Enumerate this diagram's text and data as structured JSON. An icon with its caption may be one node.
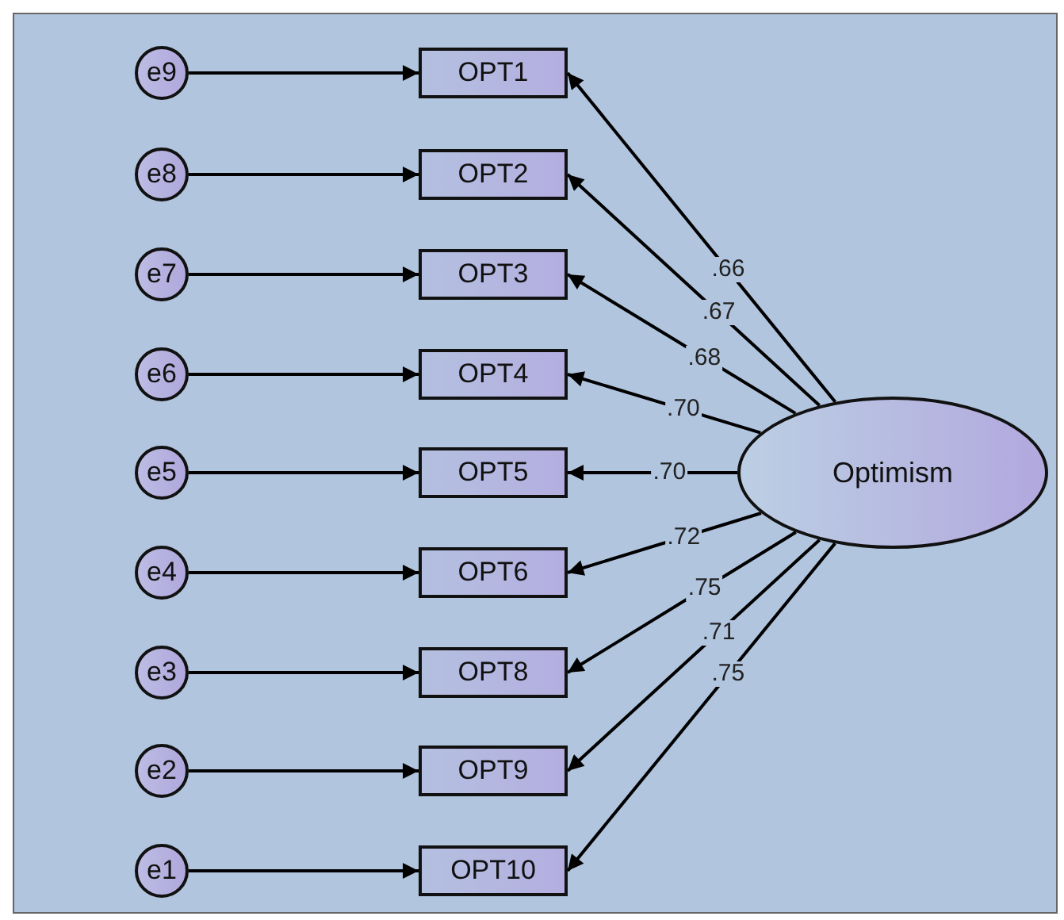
{
  "diagram": {
    "nodes": [
      {
        "text": [
          "e9"
        ]
      },
      {
        "text": [
          "OPT1"
        ]
      },
      {
        "text": [
          "e8"
        ]
      },
      {
        "text": [
          "OPT2"
        ]
      },
      {
        "text": [
          "e7"
        ]
      },
      {
        "text": [
          "OPT3"
        ]
      },
      {
        "text": [
          "e6"
        ]
      },
      {
        "text": [
          "OPT4"
        ]
      },
      {
        "text": [
          "e5"
        ]
      },
      {
        "text": [
          "OPT5"
        ]
      },
      {
        "text": [
          "e4"
        ]
      },
      {
        "text": [
          "OPT6"
        ]
      },
      {
        "text": [
          "e3"
        ]
      },
      {
        "text": [
          "OPT8"
        ]
      },
      {
        "text": [
          "e2"
        ]
      },
      {
        "text": [
          "OPT9"
        ]
      },
      {
        "text": [
          "e1"
        ]
      },
      {
        "text": [
          "OPT10"
        ]
      },
      {
        "text": [
          "Optimism"
        ]
      }
    ],
    "edges": [
      {
        "from": 0,
        "to": 1,
        "arrow": "to"
      },
      {
        "from": 2,
        "to": 3,
        "arrow": "to"
      },
      {
        "from": 4,
        "to": 5,
        "arrow": "to"
      },
      {
        "from": 6,
        "to": 7,
        "arrow": "to"
      },
      {
        "from": 8,
        "to": 9,
        "arrow": "to"
      },
      {
        "from": 10,
        "to": 11,
        "arrow": "to"
      },
      {
        "from": 12,
        "to": 13,
        "arrow": "to"
      },
      {
        "from": 14,
        "to": 15,
        "arrow": "to"
      },
      {
        "from": 16,
        "to": 17,
        "arrow": "to"
      },
      {
        "from": 18,
        "to": 1,
        "arrow": "to",
        "label": ".66"
      },
      {
        "from": 18,
        "to": 3,
        "arrow": "to",
        "label": ".67"
      },
      {
        "from": 18,
        "to": 5,
        "arrow": "to",
        "label": ".68"
      },
      {
        "from": 18,
        "to": 7,
        "arrow": "to",
        "label": ".70"
      },
      {
        "from": 18,
        "to": 9,
        "arrow": "to",
        "label": ".70"
      },
      {
        "from": 18,
        "to": 11,
        "arrow": "to",
        "label": ".72"
      },
      {
        "from": 18,
        "to": 13,
        "arrow": "to",
        "label": ".75"
      },
      {
        "from": 18,
        "to": 15,
        "arrow": "to",
        "label": ".71"
      },
      {
        "from": 18,
        "to": 17,
        "arrow": "to",
        "label": ".75"
      }
    ]
  }
}
